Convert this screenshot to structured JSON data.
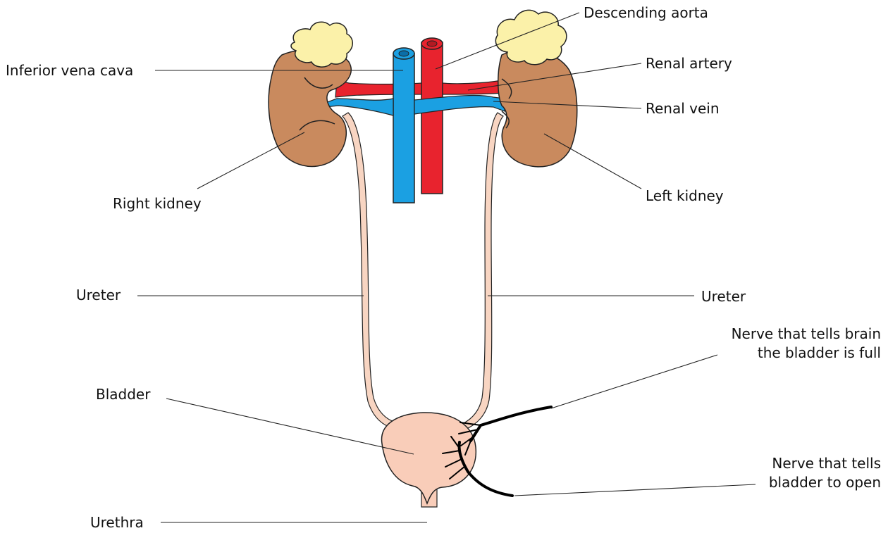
{
  "labels": {
    "descending_aorta": "Descending aorta",
    "inferior_vena_cava": "Inferior vena cava",
    "renal_artery": "Renal artery",
    "renal_vein": "Renal vein",
    "right_kidney": "Right kidney",
    "left_kidney": "Left kidney",
    "ureter_right": "Ureter",
    "ureter_left": "Ureter",
    "bladder": "Bladder",
    "nerve_full_line1": "Nerve that tells brain",
    "nerve_full_line2": "the bladder is full",
    "nerve_open_line1": "Nerve that tells",
    "nerve_open_line2": "bladder to open",
    "urethra": "Urethra"
  },
  "colors": {
    "kidney": "#c98a5e",
    "adrenal": "#fbf1a9",
    "vein": "#1ba0e2",
    "artery": "#e8232e",
    "ureter": "#f8d5c2",
    "bladder": "#f9cdb9",
    "nerve": "#000000"
  }
}
